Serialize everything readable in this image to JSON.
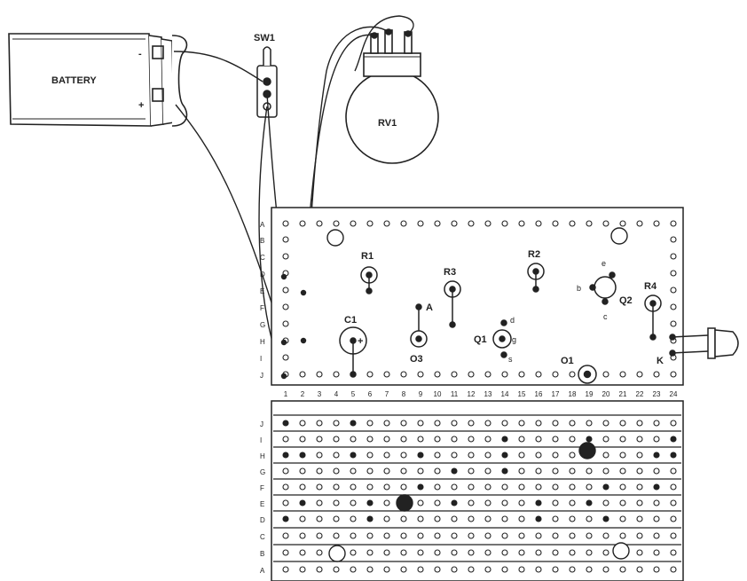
{
  "components": {
    "battery": {
      "label": "BATTERY",
      "neg": "-",
      "pos": "+"
    },
    "sw1": "SW1",
    "rv1": "RV1",
    "r1": "R1",
    "r2": "R2",
    "r3": "R3",
    "r4": "R4",
    "c1": "C1",
    "c1_plus": "+",
    "q1": "Q1",
    "q1_pins": {
      "d": "d",
      "g": "g",
      "s": "s"
    },
    "q2": "Q2",
    "q2_pins": {
      "b": "b",
      "e": "e",
      "c": "c"
    },
    "o1": "O1",
    "o3": "O3",
    "pin_a": "A",
    "pin_k": "K"
  },
  "board": {
    "row_labels": [
      "A",
      "B",
      "C",
      "D",
      "E",
      "F",
      "G",
      "H",
      "I",
      "J"
    ],
    "column_labels": [
      "1",
      "2",
      "3",
      "4",
      "5",
      "6",
      "7",
      "8",
      "9",
      "10",
      "11",
      "12",
      "13",
      "14",
      "15",
      "16",
      "17",
      "18",
      "19",
      "20",
      "21",
      "22",
      "23",
      "24"
    ]
  },
  "underside": {
    "row_labels": [
      "J",
      "I",
      "H",
      "G",
      "F",
      "E",
      "D",
      "C",
      "B",
      "A"
    ]
  }
}
